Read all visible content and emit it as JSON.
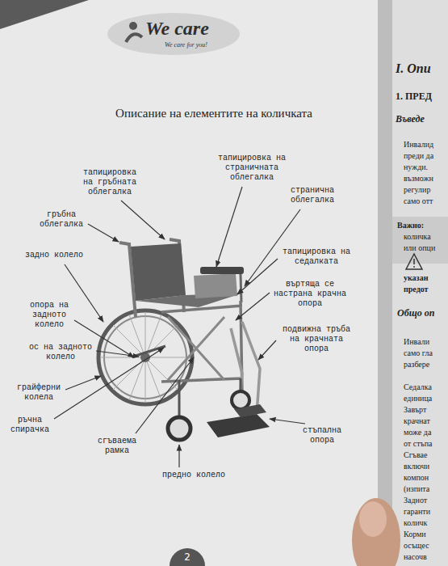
{
  "diagram": {
    "title": "Описание на елементите на количката",
    "labels": [
      "We care",
      "We care for you!",
      "тапицировка на гръбната облегалка",
      "тапицировка на страничната облегалка",
      "странична облегалка",
      "гръбна облегалка",
      "задно колело",
      "тапицировка на седалката",
      "въртяща се настрана крачна опора",
      "опора на задното колело",
      "подвижна тръба на крачната опора",
      "ос на задното колело",
      "грайферни колела",
      "ръчна спирачка",
      "стъпална опора",
      "сгъваема рамка",
      "предно колело",
      "2",
      "I. Опи",
      "1. ПРЕД",
      "Въведе",
      "Инвалид",
      "преди да",
      "нужди.",
      "възможн",
      "регулир",
      "само отт",
      "Важно:",
      "количка",
      "или опци",
      "указан",
      "предот",
      "Общо оп",
      "Инвали",
      "само гла",
      "разбере",
      "Седалка",
      "единица",
      "Завърт",
      "крачнат",
      "може да",
      "от стъпа",
      "Сгъвае",
      "включи",
      "компон",
      "(изпита",
      "Заднот",
      "гаранти",
      "количк",
      "Корми",
      "осъщес",
      "насочв"
    ]
  }
}
